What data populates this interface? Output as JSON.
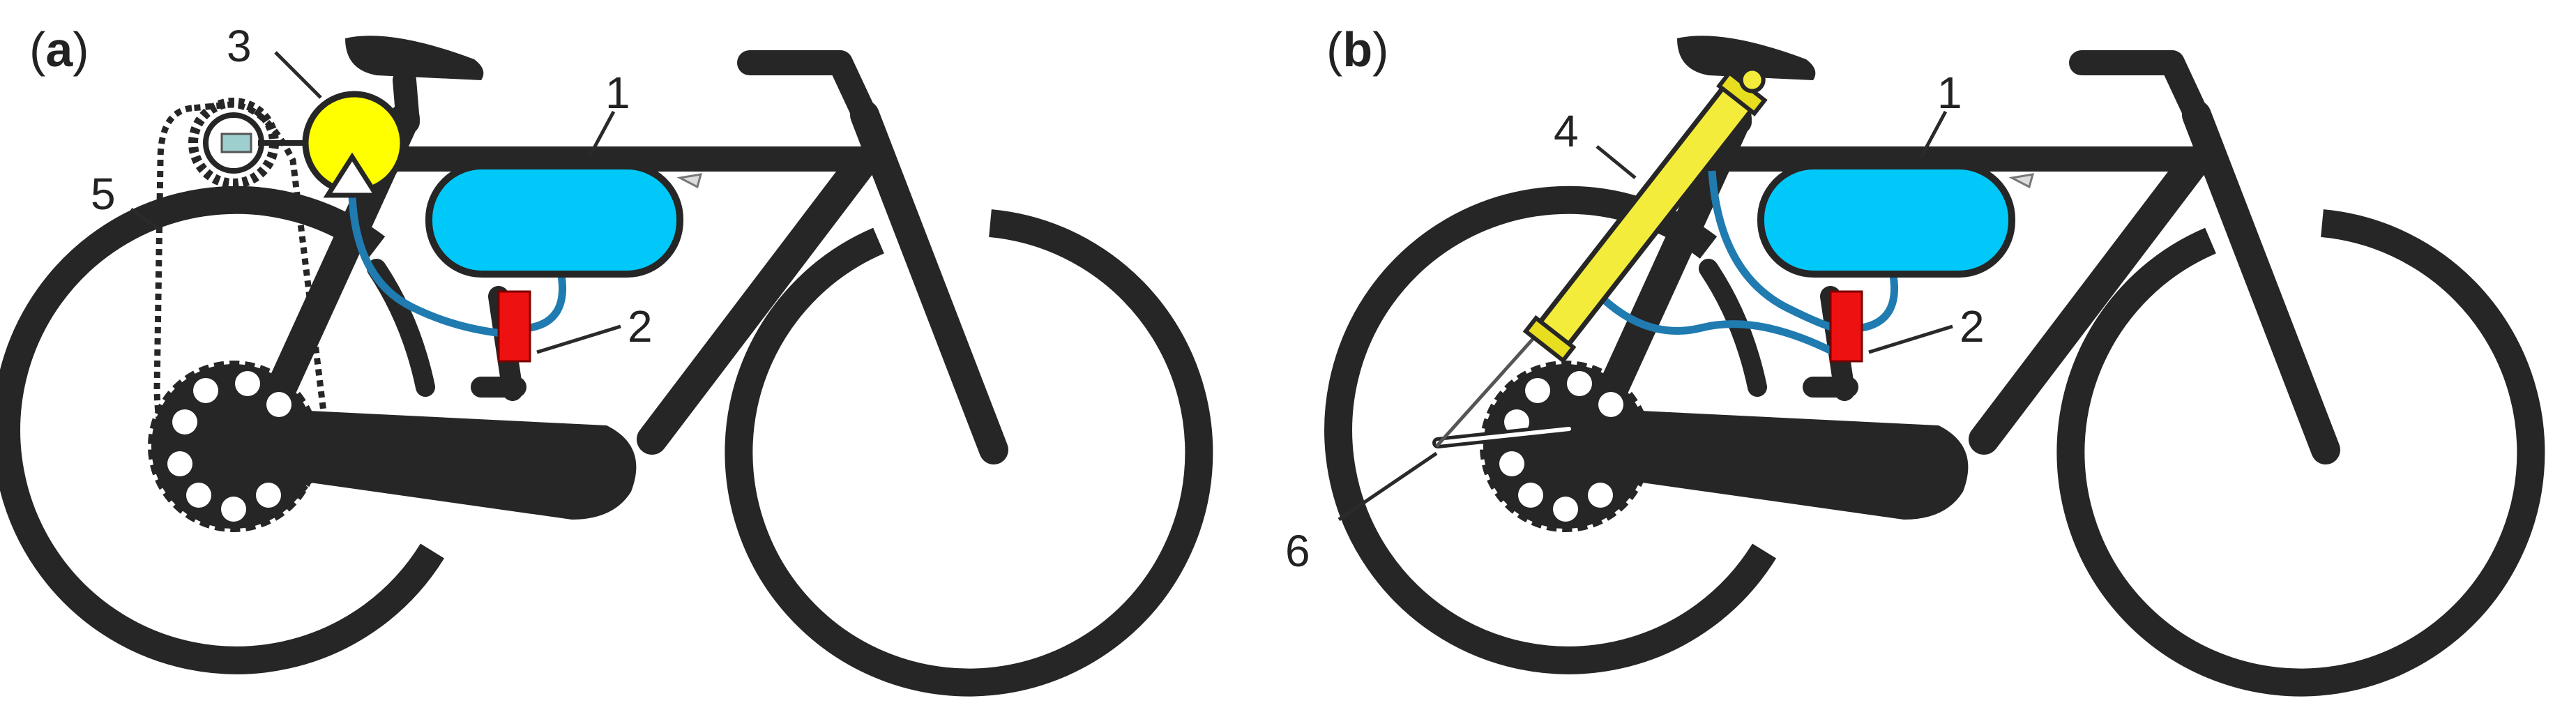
{
  "panels": [
    {
      "id": "a",
      "label": {
        "open": "(",
        "letter": "a",
        "close": ")"
      },
      "callouts": [
        "1",
        "2",
        "3",
        "5"
      ]
    },
    {
      "id": "b",
      "label": {
        "open": "(",
        "letter": "b",
        "close": ")"
      },
      "callouts": [
        "1",
        "2",
        "4",
        "6"
      ]
    }
  ],
  "colors": {
    "frame": "#262626",
    "tank": "#00c8f8",
    "tank_outline": "#262626",
    "valve": "#ee1111",
    "pneumatic_motor": "#ffff00",
    "pneumatic_cylinder": "#f4ec3a",
    "hose": "#1f7bb0",
    "chain": "#262626",
    "background": "#ffffff"
  },
  "icons": {
    "frame": "bicycle-frame-icon",
    "tank": "air-tank-icon",
    "valve": "valve-icon",
    "motor": "pneumatic-motor-icon",
    "cylinder": "pneumatic-cylinder-icon",
    "chain": "chain-drive-icon",
    "crank": "crank-rod-icon"
  }
}
